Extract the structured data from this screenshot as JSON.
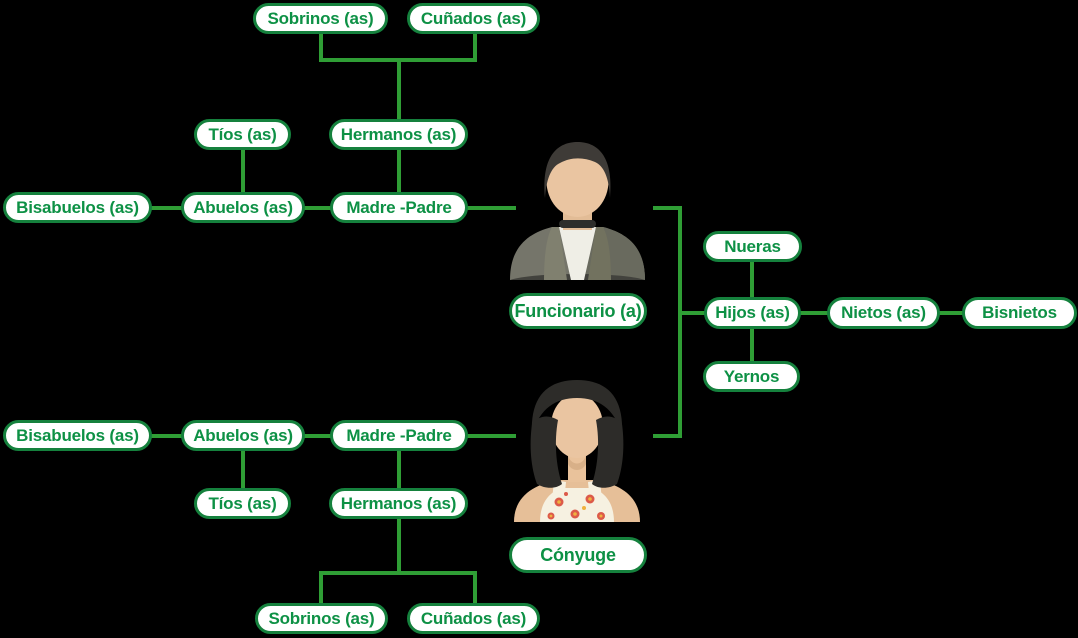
{
  "colors": {
    "background": "#000000",
    "line": "#2f9e35",
    "box_border": "#15813d",
    "box_text": "#0d9145",
    "box_fill": "#ffffff"
  },
  "nodes": {
    "employee_side": {
      "sobrinos": "Sobrinos (as)",
      "cunados": "Cuñados (as)",
      "tios": "Tíos (as)",
      "hermanos": "Hermanos (as)",
      "bisabuelos": "Bisabuelos (as)",
      "abuelos": "Abuelos (as)",
      "madre_padre": "Madre -Padre"
    },
    "spouse_side": {
      "bisabuelos": "Bisabuelos (as)",
      "abuelos": "Abuelos (as)",
      "madre_padre": "Madre -Padre",
      "tios": "Tíos (as)",
      "hermanos": "Hermanos (as)",
      "sobrinos": "Sobrinos (as)",
      "cunados": "Cuñados (as)"
    },
    "descendants": {
      "nueras": "Nueras",
      "hijos": "Hijos (as)",
      "yernos": "Yernos",
      "nietos": "Nietos (as)",
      "bisnietos": "Bisnietos"
    },
    "people": {
      "employee": "Funcionario (a)",
      "spouse": "Cónyuge"
    }
  },
  "icons": {
    "employee_avatar": "male-person-avatar",
    "spouse_avatar": "female-person-avatar"
  }
}
